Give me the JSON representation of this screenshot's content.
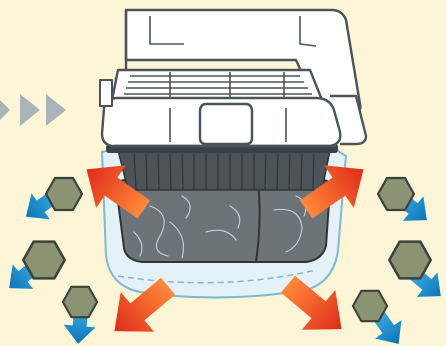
{
  "illustration": {
    "subject": "vacuum-cleaner-dust-release",
    "colors": {
      "background": "#fdf6d6",
      "outline": "#4a5459",
      "body": "#ffffff",
      "body_shadow": "#d9d9d9",
      "filter_dark": "#4d5457",
      "dust_bag": "#6c7478",
      "dust_bag_edge": "#2f3436",
      "bin_fill": "#e4f2f8",
      "bin_outline": "#7eb8d2",
      "arrow_out_start": "#ff8a3a",
      "arrow_out_end": "#e02a1a",
      "arrow_in_start": "#3fb4ea",
      "arrow_in_end": "#0b74b8",
      "particle_fill": "#8a9472",
      "particle_stroke": "#3b423e",
      "play_marker": "#a9b3b8"
    },
    "icons": [
      "play-marker-icon",
      "outward-arrow-icon",
      "inward-arrow-icon",
      "dust-particle-icon"
    ],
    "outward_arrows": 4,
    "inward_arrows": 6,
    "dust_particles": 6
  }
}
